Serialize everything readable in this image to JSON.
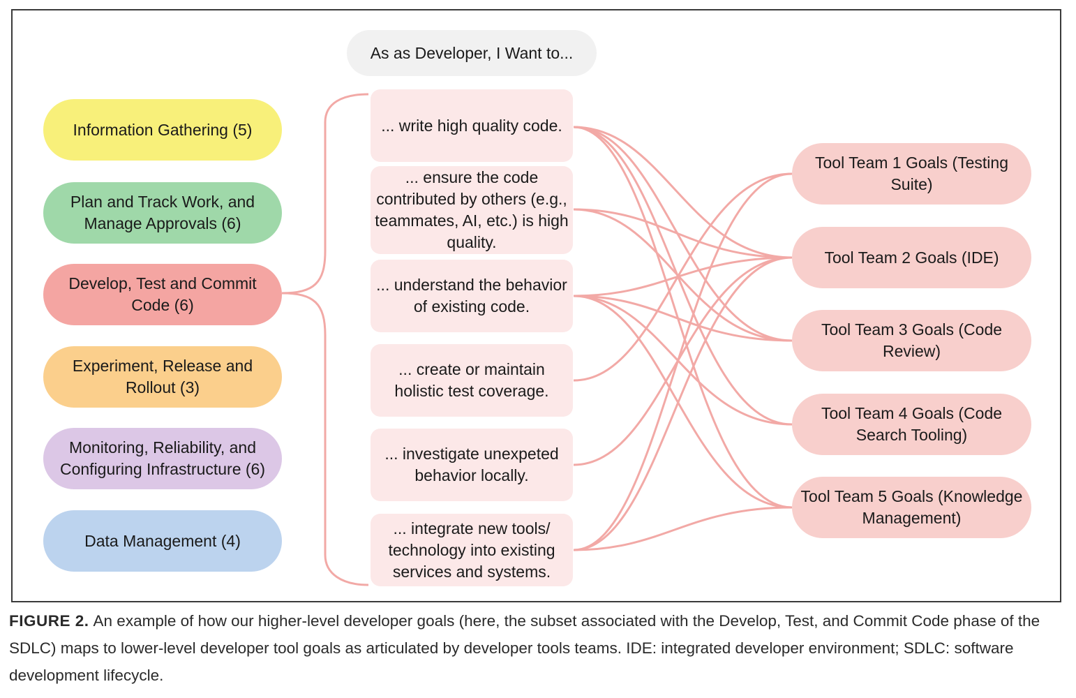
{
  "header": {
    "label": "As as Developer, I Want to..."
  },
  "phases": [
    {
      "label": "Information Gathering (5)",
      "color": "#f8f07a"
    },
    {
      "label": "Plan and Track Work, and Manage Approvals (6)",
      "color": "#9fd8a9"
    },
    {
      "label": "Develop, Test and Commit Code (6)",
      "color": "#f4a5a2"
    },
    {
      "label": "Experiment, Release and Rollout (3)",
      "color": "#fbcf8c"
    },
    {
      "label": "Monitoring, Reliability, and Configuring Infrastructure (6)",
      "color": "#dcc7e6"
    },
    {
      "label": "Data Management (4)",
      "color": "#bcd3ee"
    }
  ],
  "goals": [
    {
      "label": "... write high quality code."
    },
    {
      "label": "... ensure the code contributed by others (e.g., teammates, AI, etc.) is high quality."
    },
    {
      "label": "... understand the behavior of existing code."
    },
    {
      "label": "... create or maintain holistic test coverage."
    },
    {
      "label": "... investigate unexpeted behavior locally."
    },
    {
      "label": "... integrate new tools/ technology into existing services and systems."
    }
  ],
  "teams": [
    {
      "label": "Tool Team 1 Goals (Testing Suite)"
    },
    {
      "label": "Tool Team 2 Goals (IDE)"
    },
    {
      "label": "Tool Team 3 Goals (Code Review)"
    },
    {
      "label": "Tool Team 4 Goals (Code Search Tooling)"
    },
    {
      "label": "Tool Team 5 Goals (Knowledge Management)"
    }
  ],
  "connections": [
    {
      "goal": 0,
      "team": 1
    },
    {
      "goal": 0,
      "team": 2
    },
    {
      "goal": 0,
      "team": 3
    },
    {
      "goal": 0,
      "team": 4
    },
    {
      "goal": 1,
      "team": 1
    },
    {
      "goal": 1,
      "team": 2
    },
    {
      "goal": 2,
      "team": 1
    },
    {
      "goal": 2,
      "team": 2
    },
    {
      "goal": 2,
      "team": 3
    },
    {
      "goal": 2,
      "team": 4
    },
    {
      "goal": 3,
      "team": 0
    },
    {
      "goal": 4,
      "team": 1
    },
    {
      "goal": 5,
      "team": 0
    },
    {
      "goal": 5,
      "team": 1
    },
    {
      "goal": 5,
      "team": 4
    }
  ],
  "line_color": "#f2a9a6",
  "caption": {
    "label": "FIGURE 2.",
    "text": "An example of how our higher-level developer goals (here, the subset associated with the Develop, Test, and Commit Code phase of the SDLC) maps to lower-level developer tool goals as articulated by developer tools teams. IDE: integrated developer environment; SDLC: software development lifecycle."
  }
}
